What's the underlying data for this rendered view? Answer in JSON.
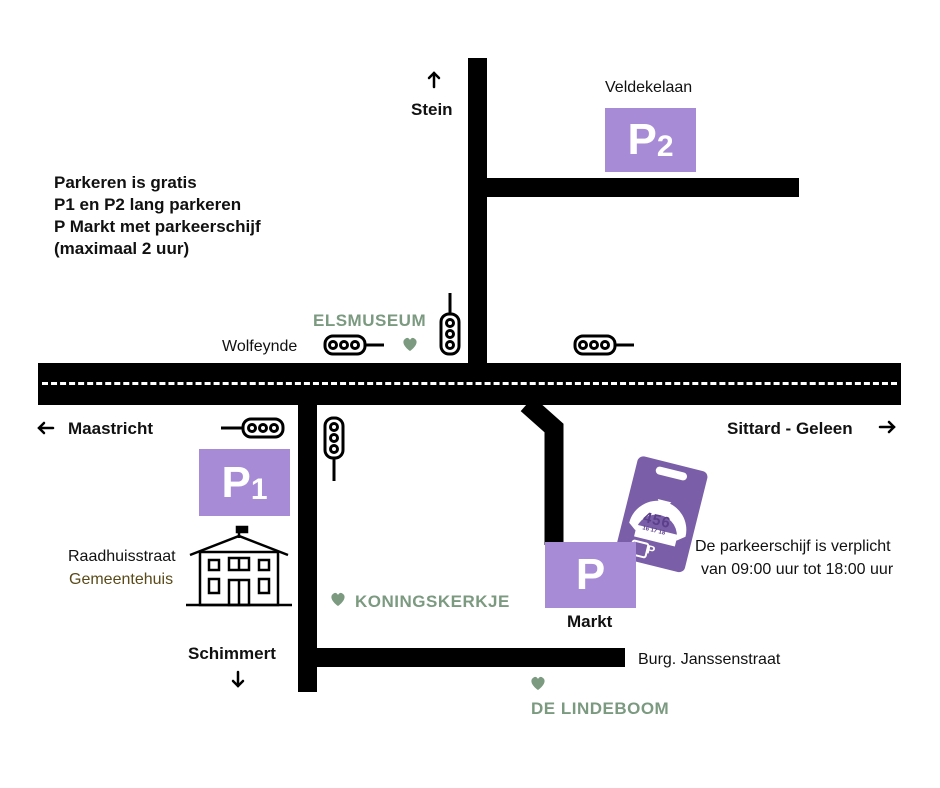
{
  "info": {
    "line1": "Parkeren is gratis",
    "line2": "P1 en P2 lang parkeren",
    "line3": "P Markt met parkeerschijf",
    "line4": "(maximaal 2 uur)"
  },
  "directions": {
    "north": "Stein",
    "west": "Maastricht",
    "east": "Sittard - Geleen",
    "south": "Schimmert"
  },
  "streets": {
    "veldekelaan": "Veldekelaan",
    "wolfeynde": "Wolfeynde",
    "raadhuisstraat": "Raadhuisstraat",
    "burg": "Burg. Janssenstraat"
  },
  "landmarks": {
    "elsmuseum": "ELSMUSEUM",
    "koningskerkje": "KONINGSKERKJE",
    "lindeboom": "DE LINDEBOOM",
    "gemeentehuis": "Gemeentehuis"
  },
  "parking": {
    "p1_letter": "P",
    "p1_number": "1",
    "p2_letter": "P",
    "p2_number": "2",
    "markt_letter": "P",
    "markt_name": "Markt"
  },
  "disc": {
    "numbers": "456",
    "small": "16 17 18",
    "icon": "P",
    "note_line1": "De parkeerschijf is verplicht",
    "note_line2": "van 09:00 uur tot 18:00 uur"
  },
  "colors": {
    "sign_purple": "#a78bd6",
    "disc_purple": "#7a5fa8",
    "landmark_green": "#7b9a80",
    "gemeentehuis_brown": "#5a4a1a"
  },
  "icons": [
    "arrow-up-icon",
    "arrow-left-icon",
    "arrow-right-icon",
    "arrow-down-icon",
    "traffic-light-icon",
    "heart-icon",
    "town-hall-icon",
    "parking-disc-icon"
  ]
}
